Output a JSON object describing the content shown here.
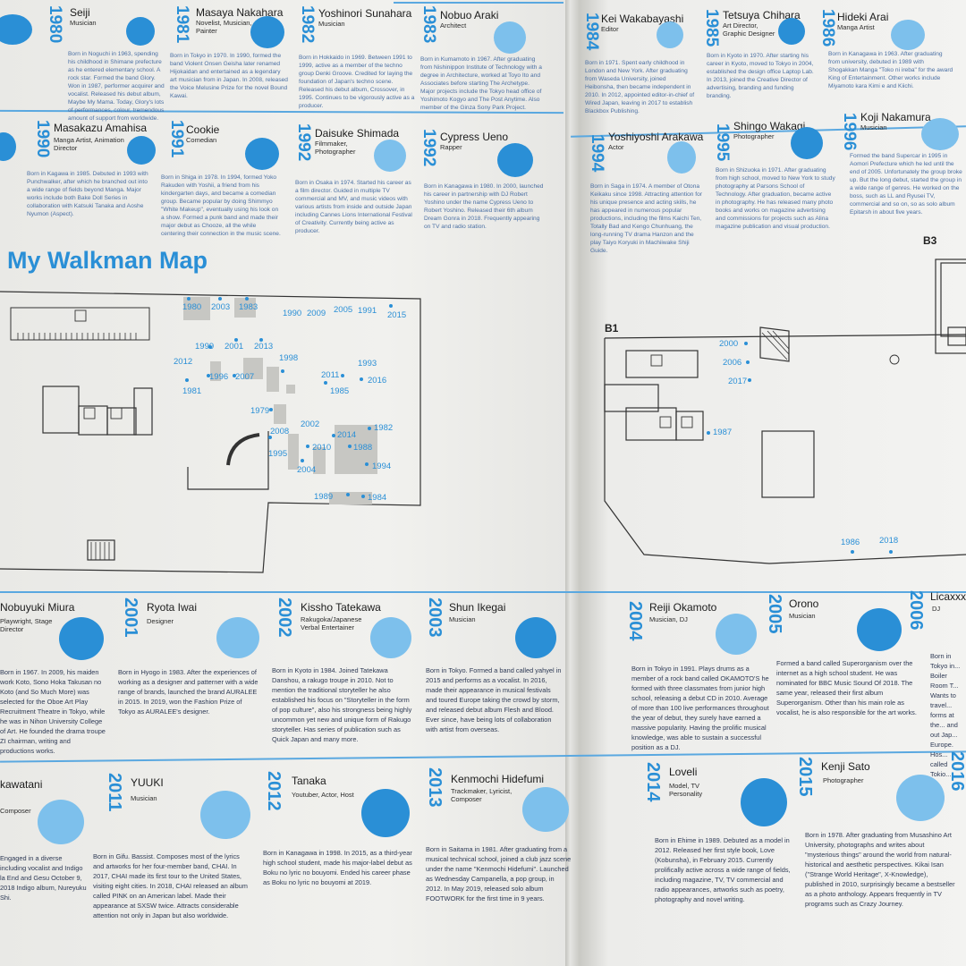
{
  "map": {
    "title": "My Walkman Map",
    "floor_b1": "B1",
    "floor_b3": "B3",
    "labels_b1_left": [
      "1980",
      "2003",
      "1983",
      "1990",
      "2009",
      "2005",
      "1991",
      "2015",
      "1999",
      "2001",
      "2013",
      "2012",
      "1998",
      "1981",
      "1996",
      "2007",
      "2011",
      "1993",
      "2016",
      "1985",
      "1979",
      "2002",
      "2008",
      "2014",
      "1982",
      "2010",
      "1988",
      "1995",
      "2004",
      "1994",
      "1989",
      "1984"
    ],
    "labels_b1_right": [
      "2000",
      "2006",
      "2017",
      "1987",
      "1986",
      "2018"
    ]
  },
  "top_row": [
    {
      "year": "1980",
      "name": "Seiji",
      "role": "Musician",
      "bio": "Born in Noguchi in 1963, spending his childhood in Shimane prefecture as he entered elementary school. A rock star. Formed the band Glory. Won in 1987, performer acquirer and vocalist. Released his debut album, Maybe My Mama. Today, Glory's lots of performances, colour, tremendous amount of support from worldwide."
    },
    {
      "year": "1981",
      "name": "Masaya Nakahara",
      "role": "Novelist, Musician, Painter",
      "bio": "Born in Tokyo in 1970. In 1990, formed the band Violent Onsen Geisha later renamed Hijokaidan and entertained as a legendary art musician from in Japan. In 2008, released the Voice Melusine Prize for the novel Bound Kawai."
    },
    {
      "year": "1982",
      "name": "Yoshinori Sunahara",
      "role": "Musician",
      "bio": "Born in Hokkaido in 1969. Between 1991 to 1999, active as a member of the techno group Denki Groove. Credited for laying the foundation of Japan's techno scene. Released his debut album, Crossover, in 1995. Continues to be vigorously active as a producer."
    },
    {
      "year": "1983",
      "name": "Nobuo Araki",
      "role": "Architect",
      "bio": "Born in Kumamoto in 1967. After graduating from Nishinippon Institute of Technology with a degree in Architecture, worked at Toyo Ito and Associates before starting The Archetype. Major projects include the Tokyo head office of Yoshimoto Kogyo and The Post Anytime. Also member of the Ginza Sony Park Project."
    },
    {
      "year": "1984",
      "name": "Kei Wakabayashi",
      "role": "Editor",
      "bio": "Born in 1971. Spent early childhood in London and New York. After graduating from Waseda University, joined Heibonsha, then became independent in 2010. In 2012, appointed editor-in-chief of Wired Japan, leaving in 2017 to establish Blackbox Publishing."
    },
    {
      "year": "1985",
      "name": "Tetsuya Chihara",
      "role": "Art Director, Graphic Designer",
      "bio": "Born in Kyoto in 1970. After starting his career in Kyoto, moved to Tokyo in 2004, established the design office Laptop Lab. In 2013, joined the Creative Director of advertising, branding and funding branding."
    },
    {
      "year": "1986",
      "name": "Hideki Arai",
      "role": "Manga Artist",
      "bio": "Born in Kanagawa in 1963. After graduating from university, debuted in 1989 with Shogakkan Manga \"Toko ni ireba\" for the award King of Entertainment. Other works include Miyamoto kara Kimi e and Kiichi."
    }
  ],
  "second_row": [
    {
      "year": "1990",
      "name": "Masakazu Amahisa",
      "role": "Manga Artist, Animation Director",
      "bio": "Born in Kagawa in 1985. Debuted in 1993 with Punchwalker, after which he branched out into a wide range of fields beyond Manga. Major works include both Bake Doll Series in collaboration with Katsuki Tanaka and Aoshe Nyumon (Aspect)."
    },
    {
      "year": "1991",
      "name": "Cookie",
      "role": "Comedian",
      "bio": "Born in Shiga in 1978. In 1994, formed Yoko Rakuden with Yoshii, a friend from his kindergarten days, and became a comedian group. Became popular by doing Shimmyo \"White Makeup\", eventually using his look on a show. Formed a punk band and made their major debut as Chooze, all the while centering their connection in the music scene."
    },
    {
      "year": "1992",
      "name": "Daisuke Shimada",
      "role": "Filmmaker, Photographer",
      "bio": "Born in Osaka in 1974. Started his career as a film director. Guided in multiple TV commercial and MV, and music videos with various artists from inside and outside Japan including Cannes Lions International Festival of Creativity. Currently being active as producer."
    },
    {
      "year": "1992",
      "name": "Cypress Ueno",
      "role": "Rapper",
      "bio": "Born in Kanagawa in 1980. In 2000, launched his career in partnership with DJ Robert Yoshino under the name Cypress Ueno to Robert Yoshino. Released their 6th album Dream Gonra in 2018. Frequently appearing on TV and radio station."
    },
    {
      "year": "1994",
      "name": "Yoshiyoshi Arakawa",
      "role": "Actor",
      "bio": "Born in Saga in 1974. A member of Otona Keikaku since 1998. Attracting attention for his unique presence and acting skills, he has appeared in numerous popular productions, including the films Kaichi Ten, Totally Bad and Kengo Chunhuang, the long-running TV drama Hanzon and the play Taiyo Koryuki in Machiiwake Shiji Guide."
    },
    {
      "year": "1995",
      "name": "Shingo Wakagi",
      "role": "Photographer",
      "bio": "Born in Shizuoka in 1971. After graduating from high school, moved to New York to study photography at Parsons School of Technology. After graduation, became active in photography. He has released many photo books and works on magazine advertising and commissions for projects such as Alina magazine publication and visual production."
    },
    {
      "year": "1996",
      "name": "Koji Nakamura",
      "role": "Musician",
      "bio": "Formed the band Supercar in 1995 in Aomori Prefecture which he led until the end of 2005. Unfortunately the group broke up. But the long debut, started the group in a wide range of genres. He worked on the boss, such as LL and Ryusei TV, commercial and so on, so as solo album Epitarsh in about five years."
    }
  ],
  "bottom_row1": [
    {
      "year": "",
      "name": "Nobuyuki Miura",
      "role": "Playwright, Stage Director",
      "bio": "Born in 1967. In 2009, his maiden work Koto, Sono Hoka Takusan no Koto (and So Much More) was selected for the Oboe Art Play Recruitment Theatre in Tokyo, while he was in Nihon University College of Art. He founded the drama troupe ZI chairman, writing and productions works."
    },
    {
      "year": "2001",
      "name": "Ryota Iwai",
      "role": "Designer",
      "bio": "Born in Hyogo in 1983. After the experiences of working as a designer and patterner with a wide range of brands, launched the brand AURALEE in 2015. In 2019, won the Fashion Prize of Tokyo as AURALEE's designer."
    },
    {
      "year": "2002",
      "name": "Kissho Tatekawa",
      "role": "Rakugoka/Japanese Verbal Entertainer",
      "bio": "Born in Kyoto in 1984. Joined Tatekawa Danshou, a rakugo troupe in 2010. Not to mention the traditional storyteller he also established his focus on \"Storyteller in the form of pop culture\", also his strongness being highly uncommon yet new and unique form of Rakugo storyteller. Has series of publication such as Quick Japan and many more."
    },
    {
      "year": "2003",
      "name": "Shun Ikegai",
      "role": "Musician",
      "bio": "Born in Tokyo. Formed a band called yahyel in 2015 and performs as a vocalist. In 2016, made their appearance in musical festivals and toured Europe taking the crowd by storm, and released debut album Flesh and Blood. Ever since, have being lots of collaboration with artist from overseas."
    },
    {
      "year": "2004",
      "name": "Reiji Okamoto",
      "role": "Musician, DJ",
      "bio": "Born in Tokyo in 1991. Plays drums as a member of a rock band called OKAMOTO'S he formed with three classmates from junior high school, releasing a debut CD in 2010. Average of more than 100 live performances throughout the year of debut, they surely have earned a massive popularity. Having the prolific musical knowledge, was able to sustain a successful position as a DJ."
    },
    {
      "year": "2005",
      "name": "Orono",
      "role": "Musician",
      "bio": "Formed a band called Superorganism over the internet as a high school student. He was nominated for BBC Music Sound Of 2018. The same year, released their first album Superorganism. Other than his main role as vocalist, he is also responsible for the art works."
    },
    {
      "year": "2006",
      "name": "Licaxxx",
      "role": "DJ",
      "bio": "Born in Tokyo in... Boiler Room T... Wants to travel... forms at the... and out Jap... Europe. Hos... called Tokio..."
    }
  ],
  "bottom_row2": [
    {
      "year": "",
      "name": "kawatani",
      "role": "Composer",
      "bio": "Engaged in a diverse including vocalist and Indigo la End and Gesu October 9, 2018 Indigo album, Nureyuku Shi."
    },
    {
      "year": "2011",
      "name": "YUUKI",
      "role": "Musician",
      "bio": "Born in Gifu. Bassist. Composes most of the lyrics and artworks for her four-member band, CHAI. In 2017, CHAI made its first tour to the United States, visiting eight cities. In 2018, CHAI released an album called PINK on an American label. Made their appearance at SXSW twice. Attracts considerable attention not only in Japan but also worldwide."
    },
    {
      "year": "2012",
      "name": "Tanaka",
      "role": "Youtuber, Actor, Host",
      "bio": "Born in Kanagawa in 1998. In 2015, as a third-year high school student, made his major-label debut as Boku no lyric no bouyomi. Ended his career phase as Boku no lyric no bouyomi at 2019."
    },
    {
      "year": "2013",
      "name": "Kenmochi Hidefumi",
      "role": "Trackmaker, Lyricist, Composer",
      "bio": "Born in Saitama in 1981. After graduating from a musical technical school, joined a club jazz scene under the name \"Kenmochi Hidefumi\". Launched as Wednesday Campanella, a pop group, in 2012. In May 2019, released solo album FOOTWORK for the first time in 9 years."
    },
    {
      "year": "2014",
      "name": "Loveli",
      "role": "Model, TV Personality",
      "bio": "Born in Ehime in 1989. Debuted as a model in 2012. Released her first style book, Love (Kobunsha), in February 2015. Currently prolifically active across a wide range of fields, including magazine, TV, TV commercial and radio appearances, artworks such as poetry, photography and novel writing."
    },
    {
      "year": "2015",
      "name": "Kenji Sato",
      "role": "Photographer",
      "bio": "Born in 1978. After graduating from Musashino Art University, photographs and writes about \"mysterious things\" around the world from natural-historical and aesthetic perspectives. Kikai Isan (\"Strange World Heritage\", X-Knowledge), published in 2010, surprisingly became a bestseller as a photo anthology. Appears frequently in TV programs such as Crazy Journey."
    },
    {
      "year": "2016",
      "name": "",
      "role": "",
      "bio": ""
    }
  ]
}
